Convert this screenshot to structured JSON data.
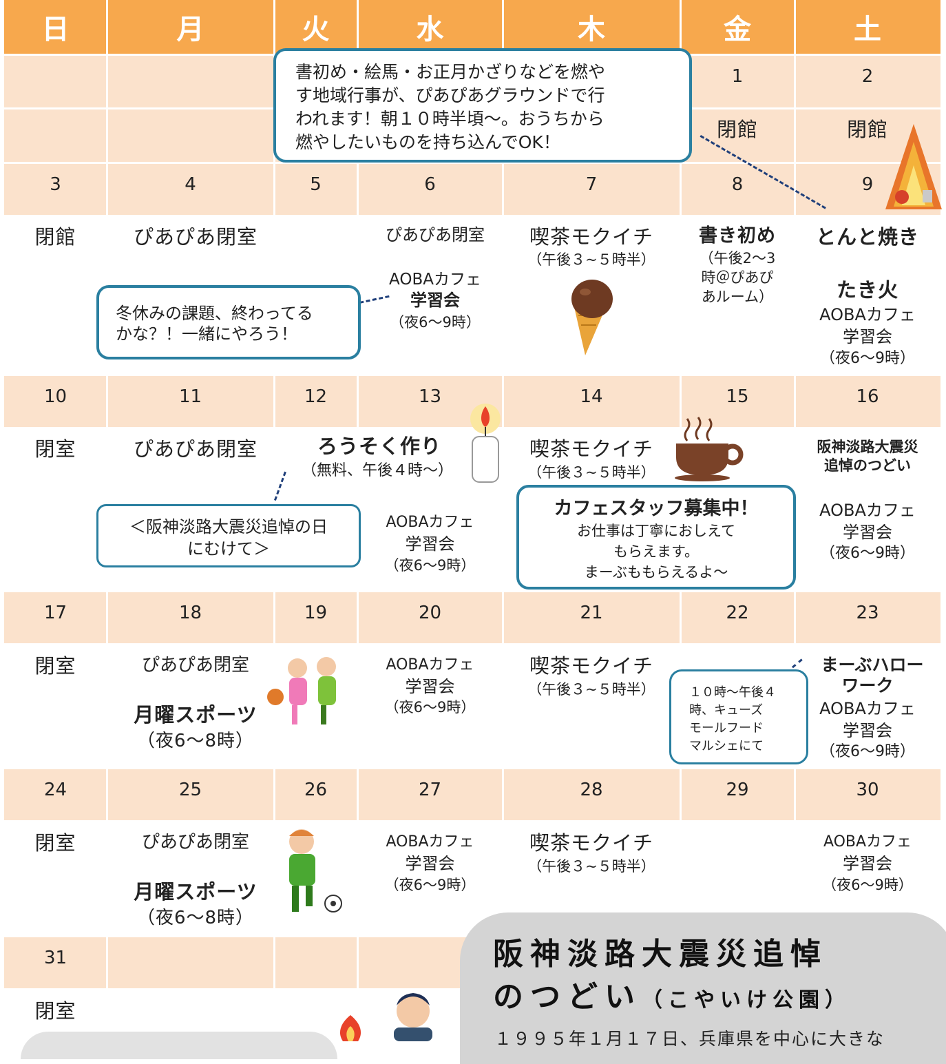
{
  "weekdays": [
    "日",
    "月",
    "火",
    "水",
    "木",
    "金",
    "土"
  ],
  "dates": {
    "d1": "1",
    "d2": "2",
    "d3": "3",
    "d4": "4",
    "d5": "5",
    "d6": "6",
    "d7": "7",
    "d8": "8",
    "d9": "9",
    "d10": "10",
    "d11": "11",
    "d12": "12",
    "d13": "13",
    "d14": "14",
    "d15": "15",
    "d16": "16",
    "d17": "17",
    "d18": "18",
    "d19": "19",
    "d20": "20",
    "d21": "21",
    "d22": "22",
    "d23": "23",
    "d24": "24",
    "d25": "25",
    "d26": "26",
    "d27": "27",
    "d28": "28",
    "d29": "29",
    "d30": "30",
    "d31": "31"
  },
  "events": {
    "closed_hall": "閉館",
    "closed_room": "閉室",
    "piapia_closed": "ぴあぴあ閉室",
    "aoba_cafe": "AOBAカフェ",
    "study": "学習会",
    "night_6_9": "（夜6〜9時）",
    "kissa": "喫茶モクイチ",
    "kissa_time": "（午後３~５時半）",
    "kakizome": "書き初め",
    "kakizome_time_1": "（午後2〜3",
    "kakizome_time_2": "時＠ぴあぴ",
    "kakizome_time_3": "あルーム）",
    "tondo": "とんと焼き",
    "takibi": "たき火",
    "candle": "ろうそく作り",
    "candle_time": "（無料、午後４時〜）",
    "hanshin_1": "阪神淡路大震災",
    "hanshin_2": "追悼のつどい",
    "sports": "月曜スポーツ",
    "sports_time": "（夜6〜8時）",
    "marbu_1": "まーぶハロー",
    "marbu_2": "ワーク"
  },
  "bubbles": {
    "newyear_1": "書初め・絵馬・お正月かざりなどを燃や",
    "newyear_2": "す地域行事が、ぴあぴあグラウンドで行",
    "newyear_3": "われます！朝１０時半頃〜。おうちから",
    "newyear_4": "燃やしたいものを持ち込んでOK！",
    "homework_1": "冬休みの課題、終わってる",
    "homework_2": "かな？！一緒にやろう！",
    "memorial_1": "＜阪神淡路大震災追悼の日",
    "memorial_2": "にむけて＞",
    "staff_title": "カフェスタッフ募集中！",
    "staff_1": "お仕事は丁寧におしえて",
    "staff_2": "もらえます。",
    "staff_3": "まーぶももらえるよ〜",
    "marche_1": "１０時〜午後４",
    "marche_2": "時、キューズ",
    "marche_3": "モールフード",
    "marche_4": "マルシェにて"
  },
  "notice": {
    "title_1": "阪神淡路大震災追悼",
    "title_2": "のつどい",
    "title_sub": "（こやいけ公園）",
    "body": "１９９５年１月１７日、兵庫県を中心に大きな"
  },
  "colors": {
    "header": "#f7a84d",
    "band": "#fbe2cc",
    "bubble_border": "#2a7fa0",
    "dash": "#1f3f7a"
  }
}
